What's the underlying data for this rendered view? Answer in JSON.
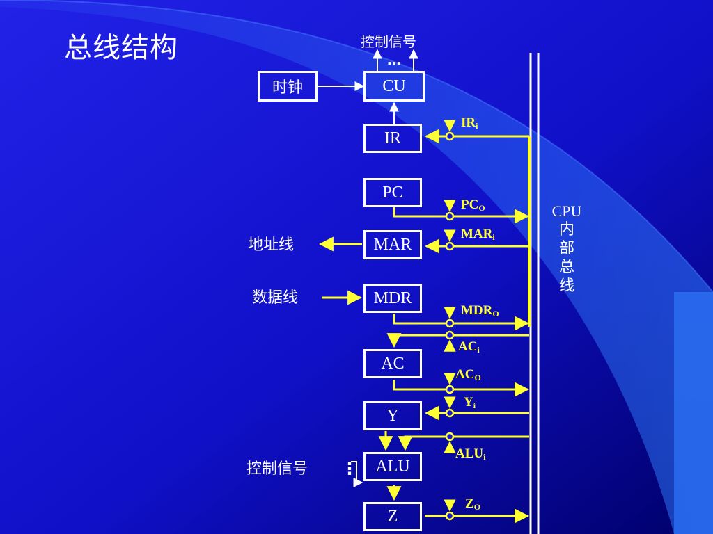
{
  "title": "总线结构",
  "top_control_label": "控制信号",
  "top_dots": "…",
  "clock_label": "时钟",
  "registers": {
    "cu": "CU",
    "ir": "IR",
    "pc": "PC",
    "mar": "MAR",
    "mdr": "MDR",
    "ac": "AC",
    "y": "Y",
    "alu": "ALU",
    "z": "Z"
  },
  "address_line_label": "地址线",
  "data_line_label": "数据线",
  "alu_control_label": "控制信号",
  "alu_dots": "⋮",
  "bus_label": [
    "CPU",
    "内",
    "部",
    "总",
    "线"
  ],
  "signals": {
    "ir_in": {
      "base": "IR",
      "sub": "i"
    },
    "pc_out": {
      "base": "PC",
      "sub": "O"
    },
    "mar_in": {
      "base": "MAR",
      "sub": "i"
    },
    "mdr_out": {
      "base": "MDR",
      "sub": "O"
    },
    "ac_in": {
      "base": "AC",
      "sub": "i"
    },
    "ac_out": {
      "base": "AC",
      "sub": "O"
    },
    "y_in": {
      "base": "Y",
      "sub": "i"
    },
    "alu_in": {
      "base": "ALU",
      "sub": "i"
    },
    "z_out": {
      "base": "Z",
      "sub": "O"
    }
  },
  "colors": {
    "background": "#1515d8",
    "signal": "#ffff33",
    "line": "#ffffff"
  }
}
